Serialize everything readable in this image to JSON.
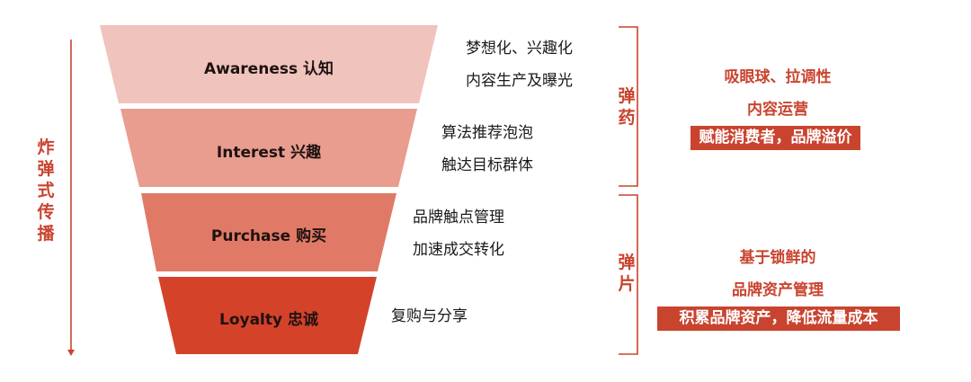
{
  "funnel": {
    "layers": [
      {
        "label": "Awareness 认知",
        "color": "#f0c3bd",
        "desc": [
          "梦想化、兴趣化",
          "内容生产及曝光"
        ]
      },
      {
        "label": "Interest 兴趣",
        "color": "#e89d8f",
        "desc": [
          "算法推荐泡泡",
          "触达目标群体"
        ]
      },
      {
        "label": "Purchase 购买",
        "color": "#e07a66",
        "desc": [
          "品牌触点管理",
          "加速成交转化"
        ]
      },
      {
        "label": "Loyalty 忠诚",
        "color": "#d4422a",
        "desc": [
          "复购与分享"
        ]
      }
    ]
  },
  "left_axis": {
    "label": "炸弹式传播",
    "color": "#c9442f"
  },
  "groups": [
    {
      "bracket_label": "弹药",
      "lines": [
        "吸眼球、拉调性",
        "内容运营"
      ],
      "highlight": "赋能消费者，品牌溢价"
    },
    {
      "bracket_label": "弹片",
      "lines": [
        "基于锁鲜的",
        "品牌资产管理"
      ],
      "highlight": "积累品牌资产，降低流量成本"
    }
  ],
  "accent_color": "#c9442f"
}
